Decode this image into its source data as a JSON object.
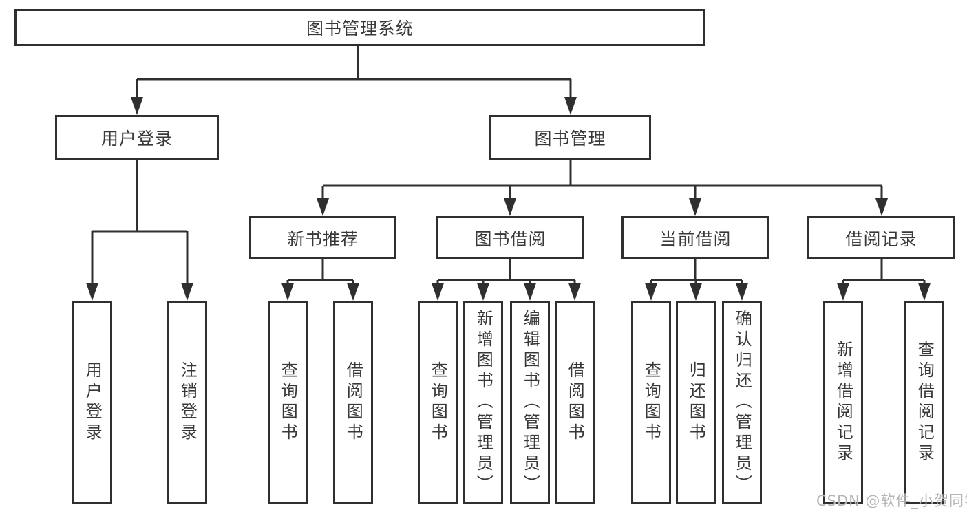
{
  "root": {
    "label": "图书管理系统",
    "children": [
      {
        "label": "用户登录",
        "children": [
          {
            "label": "用户登录"
          },
          {
            "label": "注销登录"
          }
        ]
      },
      {
        "label": "图书管理",
        "children": [
          {
            "label": "新书推荐",
            "children": [
              {
                "label": "查询图书"
              },
              {
                "label": "借阅图书"
              }
            ]
          },
          {
            "label": "图书借阅",
            "children": [
              {
                "label": "查询图书"
              },
              {
                "label": "新增图书（管理员）"
              },
              {
                "label": "编辑图书（管理员）"
              },
              {
                "label": "借阅图书"
              }
            ]
          },
          {
            "label": "当前借阅",
            "children": [
              {
                "label": "查询图书"
              },
              {
                "label": "归还图书"
              },
              {
                "label": "确认归还（管理员）"
              }
            ]
          },
          {
            "label": "借阅记录",
            "children": [
              {
                "label": "新增借阅记录"
              },
              {
                "label": "查询借阅记录"
              }
            ]
          }
        ]
      }
    ]
  },
  "watermark": {
    "text": "CSDN @软件_小贺同学"
  },
  "colors": {
    "line": "#2f2f2f",
    "border": "#2f2f2f",
    "text": "#383838",
    "watermark": "#b5b5b5",
    "background": "#ffffff"
  }
}
